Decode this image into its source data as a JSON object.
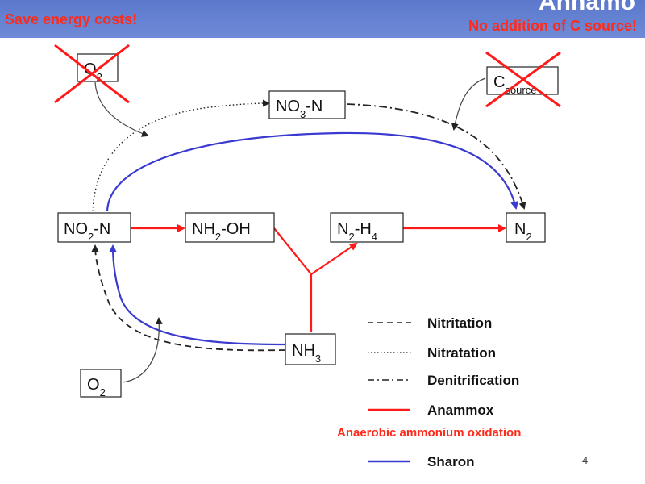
{
  "banner": {
    "title": "Annamo",
    "left_slogan": "Save energy costs!",
    "right_slogan": "No addition of C source!"
  },
  "nodes": {
    "o2_top": {
      "main": "O",
      "sub": "2"
    },
    "carbon_source": {
      "main": "C",
      "sub": "source"
    },
    "nitrate": {
      "main": "NO",
      "sub": "3",
      "tail": "-N"
    },
    "nitrite": {
      "main": "NO",
      "sub": "2",
      "tail": "-N"
    },
    "hydroxylamine": {
      "main": "NH",
      "sub": "2",
      "tail": "-OH"
    },
    "hydrazine": {
      "main": "N",
      "sub": "2",
      "tail": "-H",
      "sub2": "4"
    },
    "nitrogen_gas": {
      "main": "N",
      "sub": "2"
    },
    "ammonia": {
      "main": "NH",
      "sub": "3"
    },
    "o2_bottom": {
      "main": "O",
      "sub": "2"
    }
  },
  "legend": {
    "nitritation": "Nitritation",
    "nitratation": "Nitratation",
    "denitrification": "Denitrification",
    "anammox": "Anammox",
    "anammox_desc": "Anaerobic ammonium oxidation",
    "sharon": "Sharon"
  },
  "colors": {
    "banner": "#6580d0",
    "slogan": "#ff2a1a",
    "anammox": "#ff1a1a",
    "sharon": "#3a3ad0",
    "line": "#222222"
  },
  "page_number": "4"
}
